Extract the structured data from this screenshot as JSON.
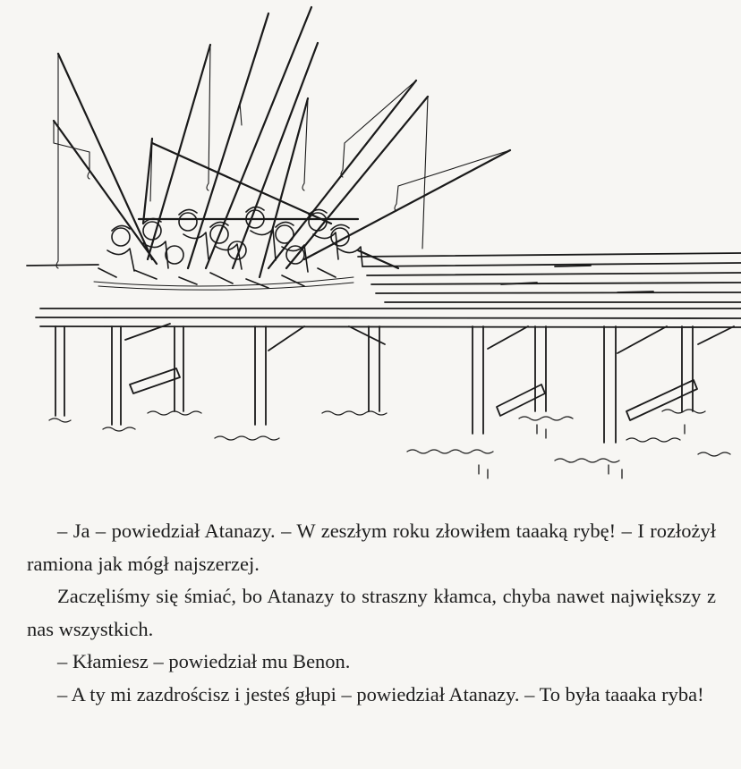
{
  "paragraphs": [
    "– Ja – powiedział Atanazy. – W zeszłym roku złowiłem taaaką rybę! – I rozłożył ramiona jak mógł najszerzej.",
    "Zaczęliśmy się śmiać, bo Atanazy to straszny kłamca, chyba nawet największy z nas wszystkich.",
    "– Kłamiesz – powiedział mu Benon.",
    "– A ty mi zazdrościsz i jesteś głupi – powiedział Atanazy. – To była taaaka ryba!"
  ]
}
